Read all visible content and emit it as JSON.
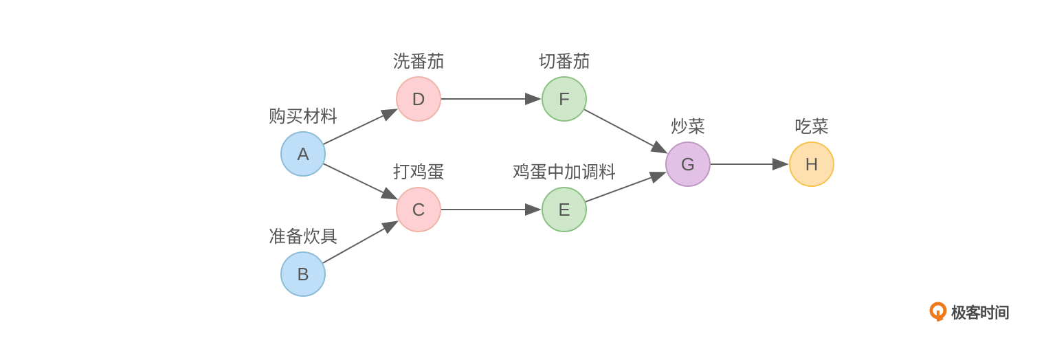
{
  "diagram": {
    "title": "",
    "nodes": [
      {
        "id": "A",
        "label": "购买材料",
        "fill": "#bfdef7",
        "stroke": "#8cbcd6"
      },
      {
        "id": "B",
        "label": "准备炊具",
        "fill": "#bfdef7",
        "stroke": "#8cbcd6"
      },
      {
        "id": "C",
        "label": "打鸡蛋",
        "fill": "#fdd0d3",
        "stroke": "#f0b5a8"
      },
      {
        "id": "D",
        "label": "洗番茄",
        "fill": "#fdd0d3",
        "stroke": "#f0b5a8"
      },
      {
        "id": "E",
        "label": "鸡蛋中加调料",
        "fill": "#cde7c8",
        "stroke": "#8bc182"
      },
      {
        "id": "F",
        "label": "切番茄",
        "fill": "#cde7c8",
        "stroke": "#8bc182"
      },
      {
        "id": "G",
        "label": "炒菜",
        "fill": "#e3c0e6",
        "stroke": "#bf98c4"
      },
      {
        "id": "H",
        "label": "吃菜",
        "fill": "#fde0ad",
        "stroke": "#f5c34e"
      }
    ],
    "edges": [
      {
        "from": "A",
        "to": "D"
      },
      {
        "from": "A",
        "to": "C"
      },
      {
        "from": "B",
        "to": "C"
      },
      {
        "from": "D",
        "to": "F"
      },
      {
        "from": "C",
        "to": "E"
      },
      {
        "from": "F",
        "to": "G"
      },
      {
        "from": "E",
        "to": "G"
      },
      {
        "from": "G",
        "to": "H"
      }
    ]
  },
  "watermark": {
    "text": "极客时间",
    "icon": "geektime-logo-icon",
    "color": "#f07a1a"
  }
}
